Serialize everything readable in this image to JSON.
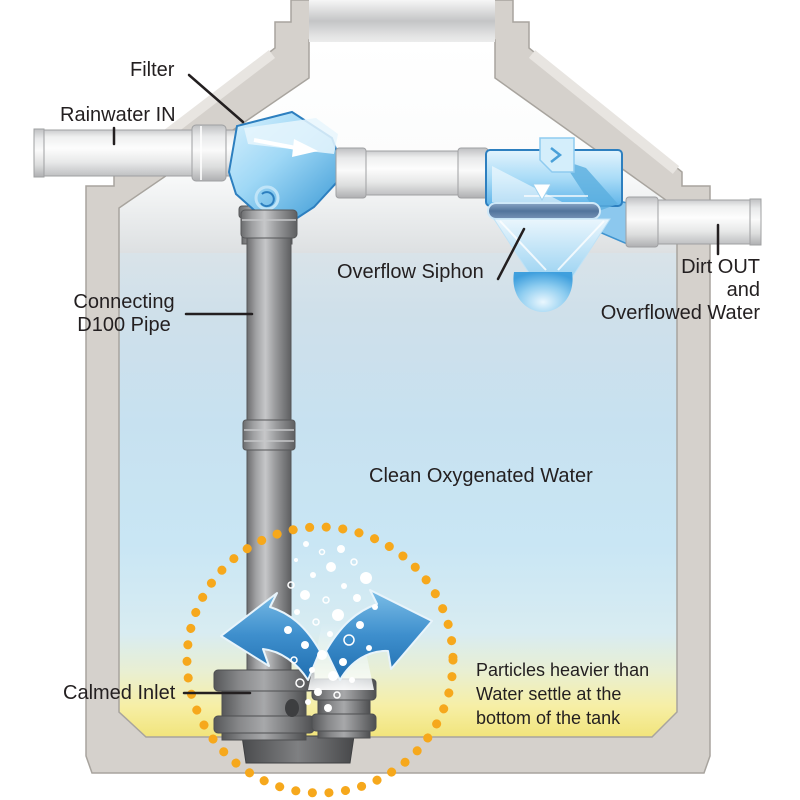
{
  "labels": {
    "filter": "Filter",
    "rainwater_in": "Rainwater IN",
    "connecting_pipe": "Connecting\nD100 Pipe",
    "overflow_siphon": "Overflow Siphon",
    "dirt_out": "Dirt OUT\nand\nOverflowed Water",
    "clean_water": "Clean Oxygenated Water",
    "calmed_inlet": "Calmed Inlet",
    "particles": "Particles heavier than\nWater settle at the\nbottom of the tank"
  },
  "colors": {
    "text": "#231f20",
    "tank_wall_gray": "#d5d1cc",
    "water_blue": "#c7e1f0",
    "sediment_yellow": "#f1e377",
    "device_blue": "#5fb4e9",
    "arrow_blue": "#2e7fc0",
    "dotted_circle_orange": "#f6a81c",
    "metal_pipe_gray": "#9fa0a2",
    "white_pipe": "#f2f3f3"
  }
}
